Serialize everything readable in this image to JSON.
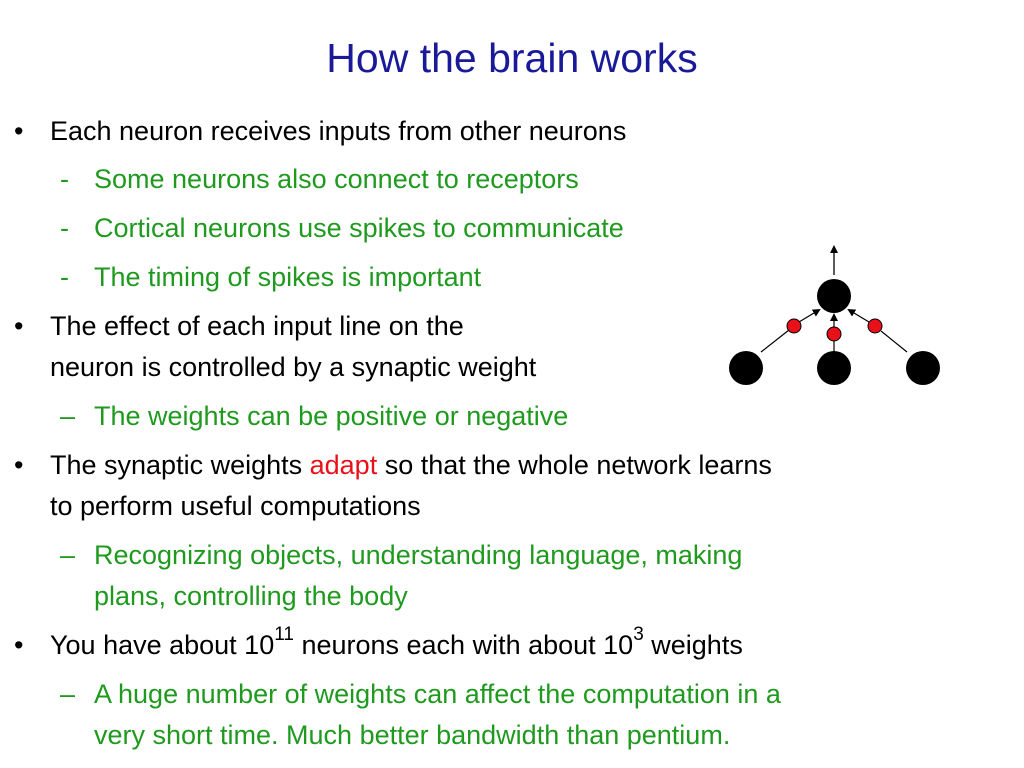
{
  "title": "How the brain works",
  "bullets": {
    "b1": {
      "marker": "•",
      "text": "Each neuron receives inputs from other neurons",
      "subs": {
        "s1": {
          "marker": "-",
          "text": "Some neurons also connect to receptors"
        },
        "s2": {
          "marker": "-",
          "text": "Cortical neurons use spikes to communicate"
        },
        "s3": {
          "marker": "-",
          "text": "The timing of spikes is important"
        }
      }
    },
    "b2": {
      "marker": "•",
      "line1": "The effect of each input line on the",
      "line2": "neuron is controlled by a synaptic weight",
      "subs": {
        "s1": {
          "marker": "–",
          "text": "The weights can be positive or negative"
        }
      }
    },
    "b3": {
      "marker": "•",
      "pre": "The synaptic weights ",
      "highlight": "adapt",
      "post": " so that the whole network learns",
      "line2": "to perform useful computations",
      "subs": {
        "s1": {
          "marker": "–",
          "line1": "Recognizing objects, understanding language, making",
          "line2": "plans, controlling the body"
        }
      }
    },
    "b4": {
      "marker": "•",
      "part1": "You have about 10",
      "exp1": "11",
      "part2": " neurons each with about 10",
      "exp2": "3",
      "part3": " weights",
      "subs": {
        "s1": {
          "marker": "–",
          "line1": "A huge number of weights can affect the computation in a",
          "line2": "very short time. Much better bandwidth than pentium."
        }
      }
    }
  },
  "colors": {
    "title": "#1a1a99",
    "green": "#1f9a1f",
    "red": "#e8111a",
    "neuron": "#000000",
    "synapse": "#e8111a"
  }
}
